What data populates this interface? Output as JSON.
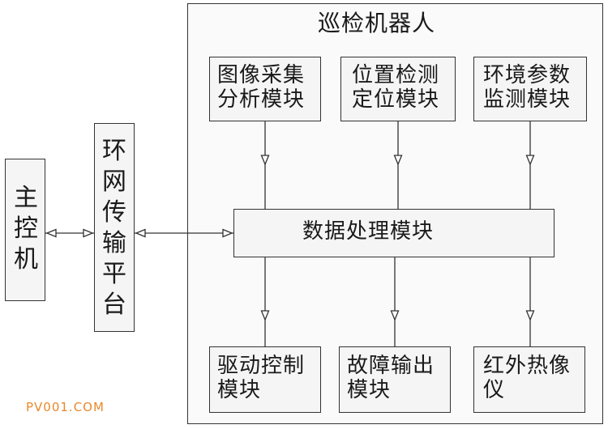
{
  "robot_title": "巡检机器人",
  "host": "主\n控\n机",
  "ring": "环\n网\n传\n输\n平\n台",
  "modules": {
    "image": "图像采集\n分析模块",
    "position": "位置检测\n定位模块",
    "environment": "环境参数\n监测模块",
    "processing": "数据处理模块",
    "drive": "驱动控制\n模块",
    "fault": "故障输出\n模块",
    "infrared": "红外热像\n仪"
  },
  "watermark": "PV001.COM",
  "colors": {
    "watermark": "#e8892a",
    "line": "#333333",
    "box_fill": "#f5f5f5"
  }
}
